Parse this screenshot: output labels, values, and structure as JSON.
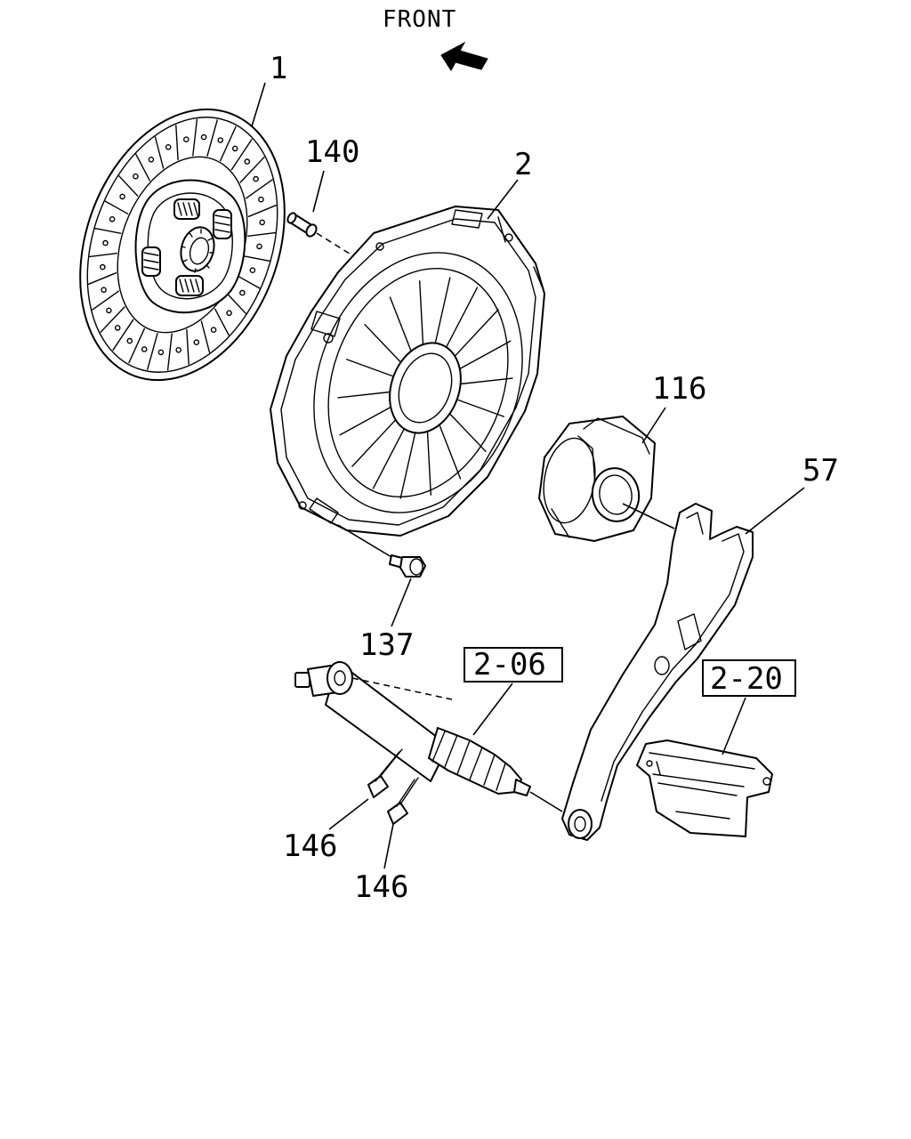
{
  "header": {
    "direction_label": "FRONT"
  },
  "callouts": [
    {
      "id": "disc",
      "number": "1",
      "part": "clutch-disc"
    },
    {
      "id": "pilot",
      "number": "140",
      "part": "dowel-pin"
    },
    {
      "id": "cover",
      "number": "2",
      "part": "pressure-plate-cover"
    },
    {
      "id": "bearing",
      "number": "116",
      "part": "release-bearing"
    },
    {
      "id": "fork",
      "number": "57",
      "part": "release-fork"
    },
    {
      "id": "bolt",
      "number": "137",
      "part": "cover-bolt"
    },
    {
      "id": "bolt_a",
      "number": "146",
      "part": "cylinder-bolt"
    },
    {
      "id": "bolt_b",
      "number": "146",
      "part": "cylinder-bolt"
    }
  ],
  "references": [
    {
      "id": "ref_cylinder",
      "text": "2-06",
      "part": "slave-cylinder"
    },
    {
      "id": "ref_boot",
      "text": "2-20",
      "part": "dust-cover"
    }
  ],
  "icons": [
    "front-arrow-icon"
  ]
}
